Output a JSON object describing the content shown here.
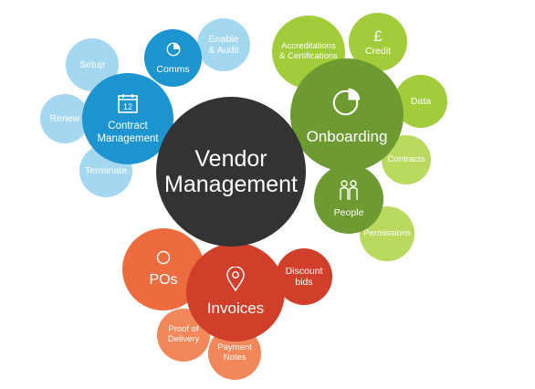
{
  "center": {
    "title": "Vendor\nManagement"
  },
  "contract": {
    "label": "Contract\nManagement",
    "icon": "calendar-icon",
    "icon_text": "12"
  },
  "comms": {
    "label": "Comms",
    "icon": "pie-chart-icon"
  },
  "enable_audit": {
    "label": "Enable\n& Audit"
  },
  "setup": {
    "label": "Setup"
  },
  "renew": {
    "label": "Renew"
  },
  "terminate": {
    "label": "Terminate"
  },
  "onboarding": {
    "label": "Onboarding",
    "icon": "pie-chart-icon"
  },
  "accreditations": {
    "label": "Accreditations\n& Certifications"
  },
  "credit": {
    "label": "Credit",
    "icon": "pound-icon",
    "icon_text": "£"
  },
  "data_bubble": {
    "label": "Data"
  },
  "contracts": {
    "label": "Contracts"
  },
  "people": {
    "label": "People",
    "icon": "people-icon"
  },
  "permissions": {
    "label": "Permissions"
  },
  "invoices": {
    "label": "Invoices",
    "icon": "location-pin-icon"
  },
  "pos": {
    "label": "POs",
    "icon": "circle-icon"
  },
  "discount_bids": {
    "label": "Discount\nbids"
  },
  "proof_delivery": {
    "label": "Proof of\nDelivery"
  },
  "payment_notes": {
    "label": "Payment\nNotes"
  },
  "colors": {
    "center": "#333333",
    "contract_blue": "#1c94d0",
    "light_blue": "#a3d8f0",
    "onboarding_green": "#6e9a32",
    "light_green": "#a2cc39",
    "invoices_red": "#d13e2a",
    "orange": "#ec6b3f"
  }
}
